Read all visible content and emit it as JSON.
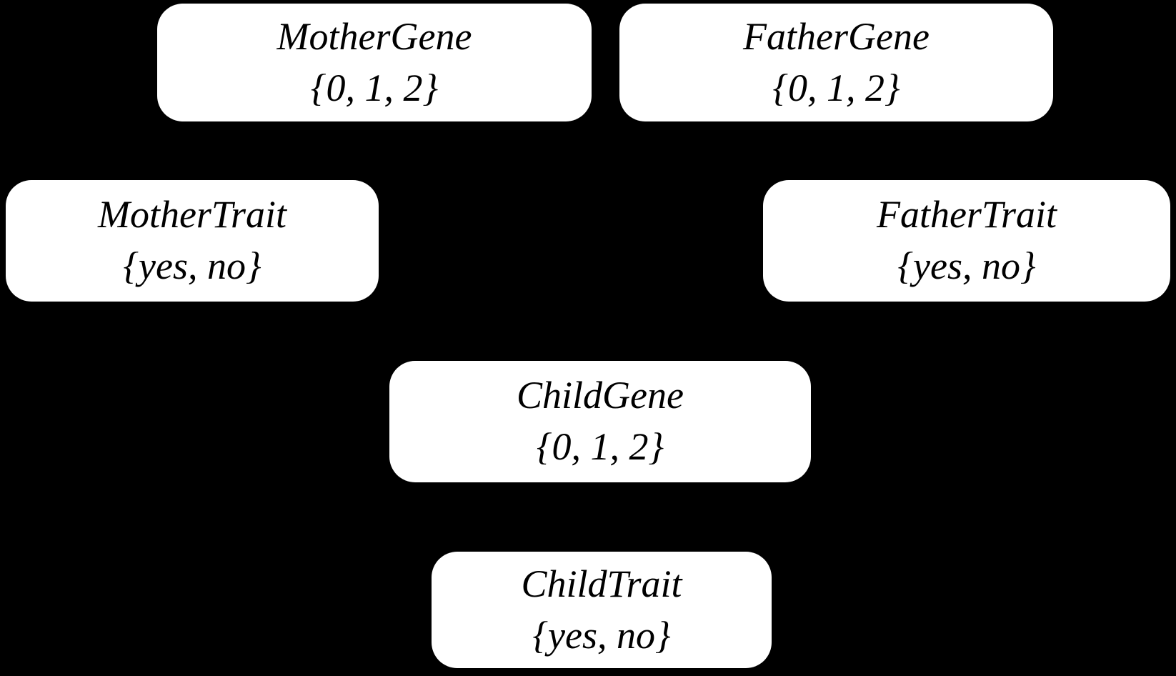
{
  "diagram": {
    "background_color": "#000000",
    "node_fill_color": "#ffffff",
    "node_text_color": "#000000",
    "nodes": [
      {
        "id": "mother-gene",
        "label": "MotherGene",
        "domain": "{0, 1, 2}"
      },
      {
        "id": "father-gene",
        "label": "FatherGene",
        "domain": "{0, 1, 2}"
      },
      {
        "id": "mother-trait",
        "label": "MotherTrait",
        "domain": "{yes, no}"
      },
      {
        "id": "father-trait",
        "label": "FatherTrait",
        "domain": "{yes, no}"
      },
      {
        "id": "child-gene",
        "label": "ChildGene",
        "domain": "{0, 1, 2}"
      },
      {
        "id": "child-trait",
        "label": "ChildTrait",
        "domain": "{yes, no}"
      }
    ]
  }
}
